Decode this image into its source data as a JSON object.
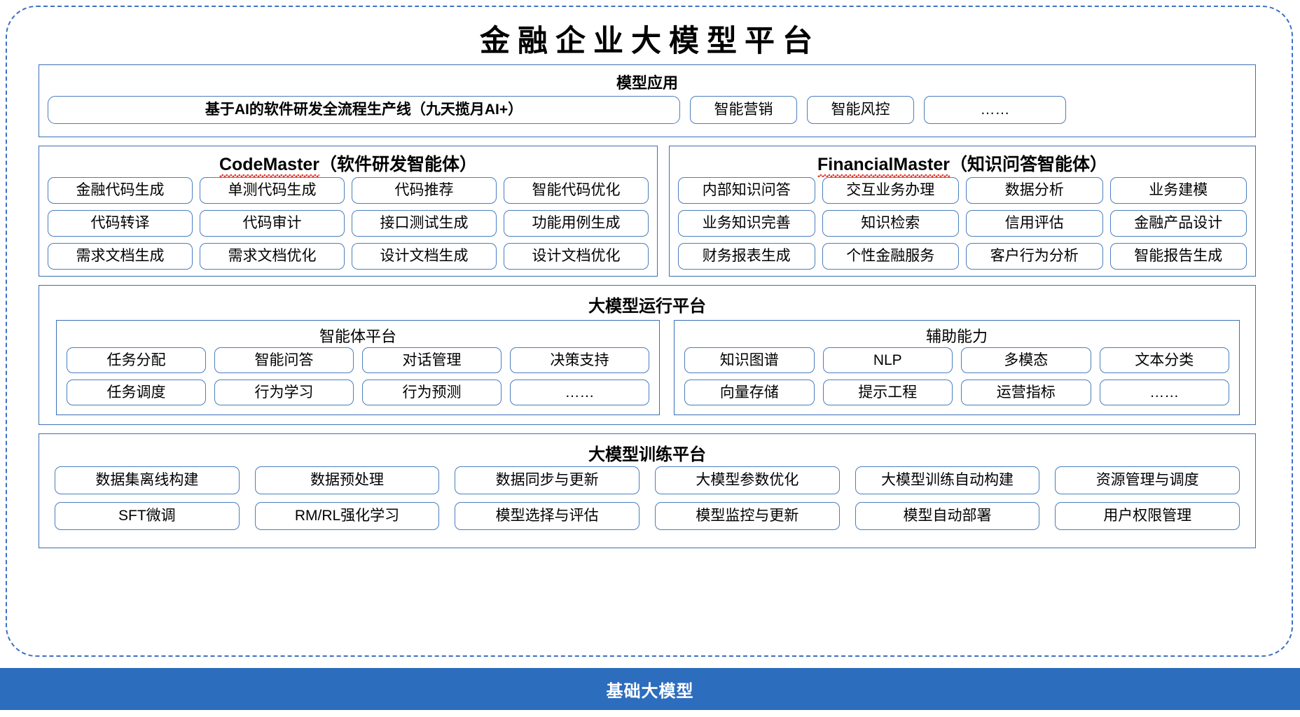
{
  "page": {
    "title": "金融企业大模型平台",
    "accent_blue": "#2D6DBE",
    "border_blue": "#3C6FB5",
    "pill_border": "#4A7EBE",
    "spellcheck_red": "#E03A2F"
  },
  "model_application": {
    "title": "模型应用",
    "main_pill": "基于AI的软件研发全流程生产线（九天揽月AI+）",
    "items": [
      "智能营销",
      "智能风控",
      "……"
    ]
  },
  "code_master": {
    "name": "CodeMaster",
    "suffix": "（软件研发智能体）",
    "rows": [
      [
        "金融代码生成",
        "单测代码生成",
        "代码推荐",
        "智能代码优化"
      ],
      [
        "代码转译",
        "代码审计",
        "接口测试生成",
        "功能用例生成"
      ],
      [
        "需求文档生成",
        "需求文档优化",
        "设计文档生成",
        "设计文档优化"
      ]
    ]
  },
  "financial_master": {
    "name": "FinancialMaster",
    "suffix": "（知识问答智能体）",
    "rows": [
      [
        "内部知识问答",
        "交互业务办理",
        "数据分析",
        "业务建模"
      ],
      [
        "业务知识完善",
        "知识检索",
        "信用评估",
        "金融产品设计"
      ],
      [
        "财务报表生成",
        "个性金融服务",
        "客户行为分析",
        "智能报告生成"
      ]
    ]
  },
  "run_platform": {
    "title": "大模型运行平台",
    "agent_platform": {
      "title": "智能体平台",
      "rows": [
        [
          "任务分配",
          "智能问答",
          "对话管理",
          "决策支持"
        ],
        [
          "任务调度",
          "行为学习",
          "行为预测",
          "……"
        ]
      ]
    },
    "assist_capability": {
      "title": "辅助能力",
      "rows": [
        [
          "知识图谱",
          "NLP",
          "多模态",
          "文本分类"
        ],
        [
          "向量存储",
          "提示工程",
          "运营指标",
          "……"
        ]
      ]
    }
  },
  "train_platform": {
    "title": "大模型训练平台",
    "rows": [
      [
        "数据集离线构建",
        "数据预处理",
        "数据同步与更新",
        "大模型参数优化",
        "大模型训练自动构建",
        "资源管理与调度"
      ],
      [
        "SFT微调",
        "RM/RL强化学习",
        "模型选择与评估",
        "模型监控与更新",
        "模型自动部署",
        "用户权限管理"
      ]
    ]
  },
  "base_layer": {
    "label": "基础大模型"
  }
}
